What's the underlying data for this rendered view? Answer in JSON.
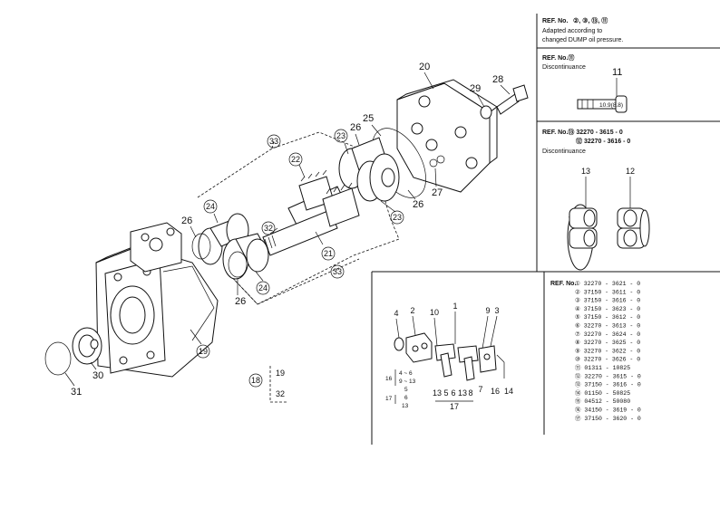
{
  "callouts": {
    "n20": "20",
    "n28": "28",
    "n29": "29",
    "n25": "25",
    "n26a": "26",
    "n27": "27",
    "n26b": "26",
    "n26c": "26",
    "n26d": "26",
    "n30": "30",
    "n31": "31",
    "c33a": "33",
    "c22": "22",
    "c23a": "23",
    "c24a": "24",
    "c32": "32",
    "c21": "21",
    "c23b": "23",
    "c33b": "33",
    "c24b": "24",
    "c19": "19",
    "c18": "18",
    "c19b": "19",
    "c32b": "32"
  },
  "notes": {
    "box1_line1": "REF. No.",
    "box1_refs": "②, ③, ⑬, ⑪",
    "box1_line2": "Adapted according to",
    "box1_line3": "changed DUMP oil  pressure.",
    "box2_line1": "REF. No.⑪",
    "box2_line2": "Discontinuance",
    "box2_callout": "11",
    "box2_bolt_text": "10.9(8.8)",
    "box3_line1": "REF. No.⑬  32270 - 3615 - 0",
    "box3_line2": "⑫  32270 - 3616 - 0",
    "box3_line3": "Discontinuance",
    "box3_c13": "13",
    "box3_c12": "12"
  },
  "ref_table": {
    "header": "REF. No.",
    "rows": [
      "① 32270 - 3621 - 0",
      "② 37150 - 3611 - 0",
      "③ 37150 - 3616 - 0",
      "④ 37150 - 3623 - 0",
      "⑤ 37150 - 3612 - 0",
      "⑥ 32270 - 3613 - 0",
      "⑦ 32270 - 3624 - 0",
      "⑧ 32270 - 3625 - 0",
      "⑨ 32270 - 3622 - 0",
      "⑩ 32270 - 3626 - 0",
      "⑪ 01311 - 10825",
      "⑫ 32270 - 3615 - 0",
      "⑬ 37150 - 3616 - 0",
      "⑭ 01150 - 50825",
      "⑮ 04512 - 50080",
      "⑯ 34150 - 3619 - 0",
      "⑰ 37150 - 3620 - 0"
    ]
  },
  "inset": {
    "n4": "4",
    "n2": "2",
    "n10": "10",
    "n1": "1",
    "n9": "9",
    "n3": "3",
    "n13": "13",
    "n5": "5",
    "n6": "6",
    "n13b": "13",
    "n8": "8",
    "n7": "7",
    "n16": "16",
    "n14": "14",
    "n17": "17",
    "legend1": "4 ~ 6",
    "legend1b": "9 ~ 13",
    "legend1c": "5",
    "legend2": "6",
    "legend2b": "13",
    "legend_16": "16",
    "legend_17": "17"
  }
}
